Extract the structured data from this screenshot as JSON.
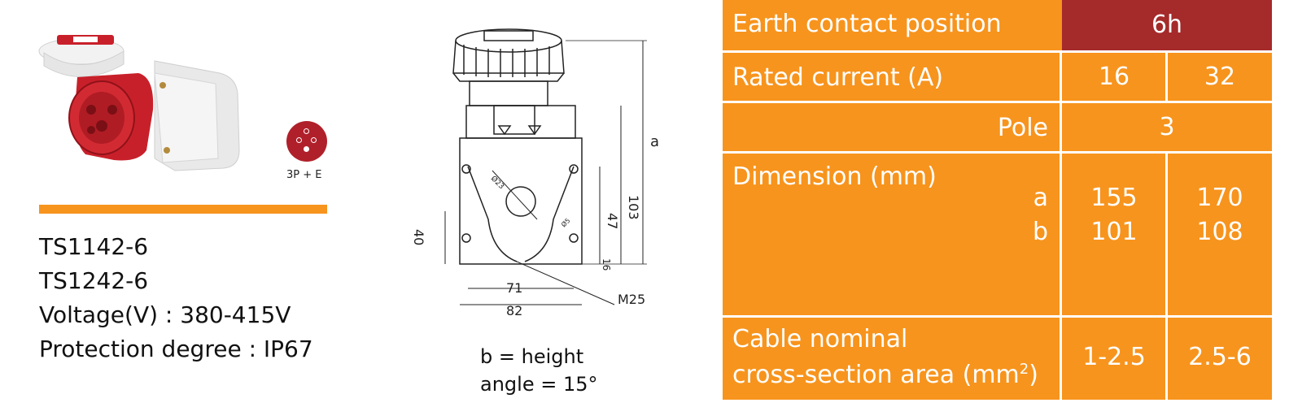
{
  "product": {
    "pin_label": "3P + E",
    "models": [
      "TS1142-6",
      "TS1242-6"
    ],
    "voltage": "Voltage(V) : 380-415V",
    "protection": "Protection degree : IP67"
  },
  "drawing": {
    "dim_a": "a",
    "dim_103": "103",
    "dim_47": "47",
    "dim_40": "40",
    "dim_16": "16",
    "dim_71": "71",
    "dim_82": "82",
    "dim_m25": "M25",
    "dim_23": "Ø23",
    "dim_5": "Ø5",
    "caption_height": "b = height",
    "caption_angle": "angle = 15°"
  },
  "table": {
    "earth_label": "Earth contact position",
    "earth_value": "6h",
    "rated_label": "Rated current (A)",
    "rated_values": [
      "16",
      "32"
    ],
    "pole_label": "Pole",
    "pole_value": "3",
    "dimension_label": "Dimension (mm)",
    "dim_a_label": "a",
    "dim_b_label": "b",
    "dim_a_values": [
      "155",
      "170"
    ],
    "dim_b_values": [
      "101",
      "108"
    ],
    "cable_label_1": "Cable nominal",
    "cable_label_2": "cross-section area (mm",
    "cable_label_sup": "2",
    "cable_label_end": ")",
    "cable_values": [
      "1-2.5",
      "2.5-6"
    ]
  },
  "colors": {
    "table_orange": "#f7941d",
    "header_red": "#a52a2a",
    "socket_red": "#c8202a"
  }
}
